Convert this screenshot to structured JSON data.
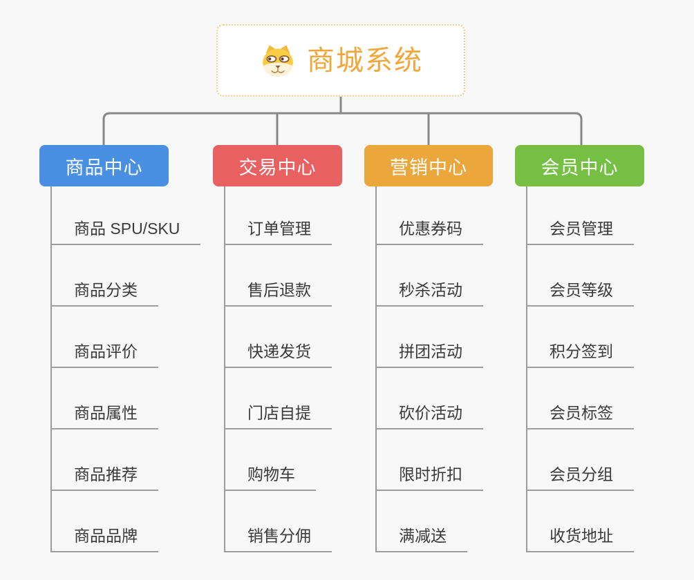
{
  "root": {
    "title": "商城系统",
    "icon": "dog-icon"
  },
  "colors": {
    "root_accent": "#f0a73c",
    "root_border": "#f6cd8d",
    "connector_gray": "#878787",
    "item_line_gray": "#9c9c9c",
    "background": "#f8f8f8"
  },
  "branches": [
    {
      "label": "商品中心",
      "color": "#4a90e2",
      "items": [
        "商品 SPU/SKU",
        "商品分类",
        "商品评价",
        "商品属性",
        "商品推荐",
        "商品品牌"
      ]
    },
    {
      "label": "交易中心",
      "color": "#e96060",
      "items": [
        "订单管理",
        "售后退款",
        "快递发货",
        "门店自提",
        "购物车",
        "销售分佣"
      ]
    },
    {
      "label": "营销中心",
      "color": "#eba63c",
      "items": [
        "优惠券码",
        "秒杀活动",
        "拼团活动",
        "砍价活动",
        "限时折扣",
        "满减送"
      ]
    },
    {
      "label": "会员中心",
      "color": "#74bf44",
      "items": [
        "会员管理",
        "会员等级",
        "积分签到",
        "会员标签",
        "会员分组",
        "收货地址"
      ]
    }
  ]
}
